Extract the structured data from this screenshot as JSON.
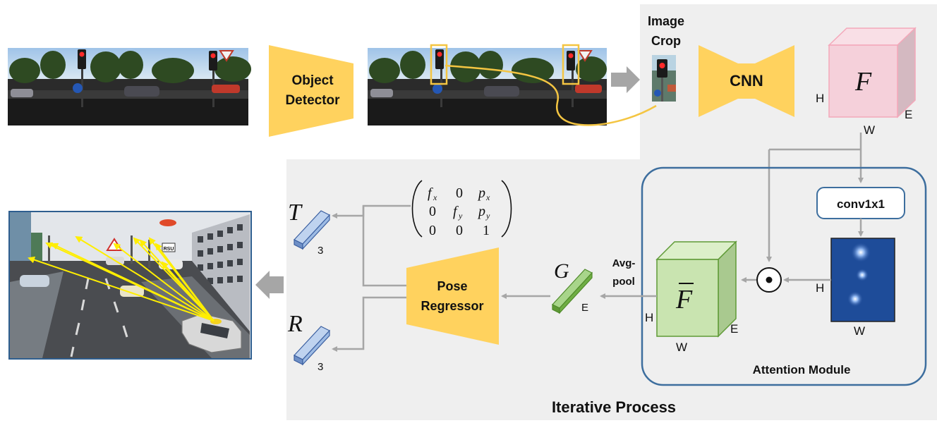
{
  "object_detector": {
    "line1": "Object",
    "line2": "Detector"
  },
  "image_crop": {
    "line1": "Image",
    "line2": "Crop"
  },
  "cnn": {
    "label": "CNN"
  },
  "feature_map": {
    "symbol": "F",
    "h": "H",
    "w": "W",
    "e": "E"
  },
  "attention_module": {
    "title": "Attention Module",
    "conv_label": "conv1x1",
    "mask_h": "H",
    "mask_w": "W",
    "odot": "⊙"
  },
  "attended_features": {
    "symbol": "F",
    "h": "H",
    "w": "W",
    "e": "E"
  },
  "avgpool": {
    "line1": "Avg-",
    "line2": "pool"
  },
  "g_vector": {
    "symbol": "G",
    "dim": "E"
  },
  "pose_regressor": {
    "line1": "Pose",
    "line2": "Regressor"
  },
  "intrinsics": {
    "r1": [
      "f",
      "0",
      "p"
    ],
    "r1_sub": [
      "x",
      "",
      "x"
    ],
    "r2": [
      "0",
      "f",
      "p"
    ],
    "r2_sub": [
      "",
      "y",
      "y"
    ],
    "r3": [
      "0",
      "0",
      "1"
    ]
  },
  "t_output": {
    "symbol": "T",
    "dim": "3"
  },
  "r_output": {
    "symbol": "R",
    "dim": "3"
  },
  "iterative_process": {
    "label": "Iterative Process"
  },
  "scene": {
    "sign_text": "RSU"
  },
  "colors": {
    "detector_yellow": "#FFD25E",
    "feature_pink": "#F5D0DA",
    "feature_green": "#C9E4B0",
    "vector_blue": "#9DBBE4",
    "module_border": "#3D6E9E",
    "arrow_gray": "#A6A6A6",
    "panel_gray": "#EFEFEF"
  }
}
